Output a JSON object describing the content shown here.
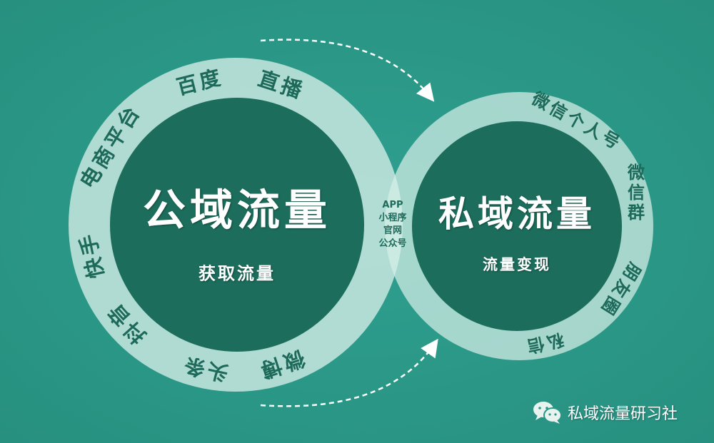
{
  "left": {
    "title": "公域流量",
    "subtitle": "获取流量",
    "labels": [
      "电商平台",
      "百度",
      "直播",
      "快手",
      "抖音",
      "头条",
      "微博"
    ]
  },
  "right": {
    "title": "私域流量",
    "subtitle": "流量变现",
    "labels": [
      "微信个人号",
      "微信群",
      "朋友圈",
      "私信"
    ]
  },
  "overlap": {
    "lines": [
      "APP",
      "小程序",
      "官网",
      "公众号"
    ]
  },
  "watermark": {
    "icon": "wechat-icon",
    "text": "私域流量研习社"
  },
  "colors": {
    "background": "#2b9787",
    "ring": "#d6eee8",
    "inner": "#1c6d5c",
    "label": "#1d6a5a"
  }
}
